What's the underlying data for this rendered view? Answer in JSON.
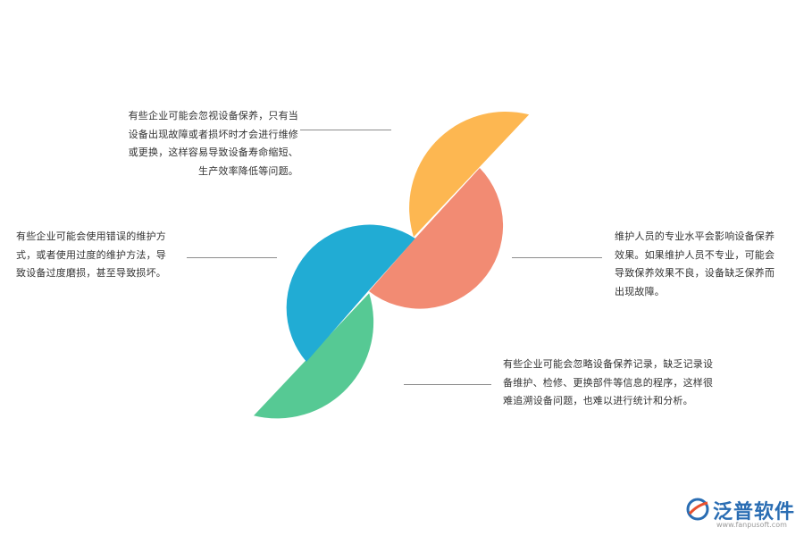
{
  "colors": {
    "orange": "#fdb751",
    "salmon": "#f28b73",
    "blue": "#21acd4",
    "green": "#56c994",
    "brand": "#2a6db3",
    "brand_accent": "#e8502e"
  },
  "notes": {
    "top_left": [
      "有些企业可能会忽视设备保养，只有当",
      "设备出现故障或者损坏时才会进行维修",
      "或更换，这样容易导致设备寿命缩短、",
      "生产效率降低等问题。"
    ],
    "middle_left": [
      "有些企业可能会使用错误的维护方",
      "式，或者使用过度的维护方法，导",
      "致设备过度磨损，甚至导致损坏。"
    ],
    "middle_right": [
      "维护人员的专业水平会影响设备保养",
      "效果。如果维护人员不专业，可能会",
      "导致保养效果不良，设备缺乏保养而",
      "出现故障。"
    ],
    "bottom_right": [
      "有些企业可能会忽略设备保养记录，缺乏记录设",
      "备维护、检修、更换部件等信息的程序，这样很",
      "难追溯设备问题，也难以进行统计和分析。"
    ]
  },
  "brand": {
    "name": "泛普软件",
    "url": "www.fanpusoft.com"
  }
}
